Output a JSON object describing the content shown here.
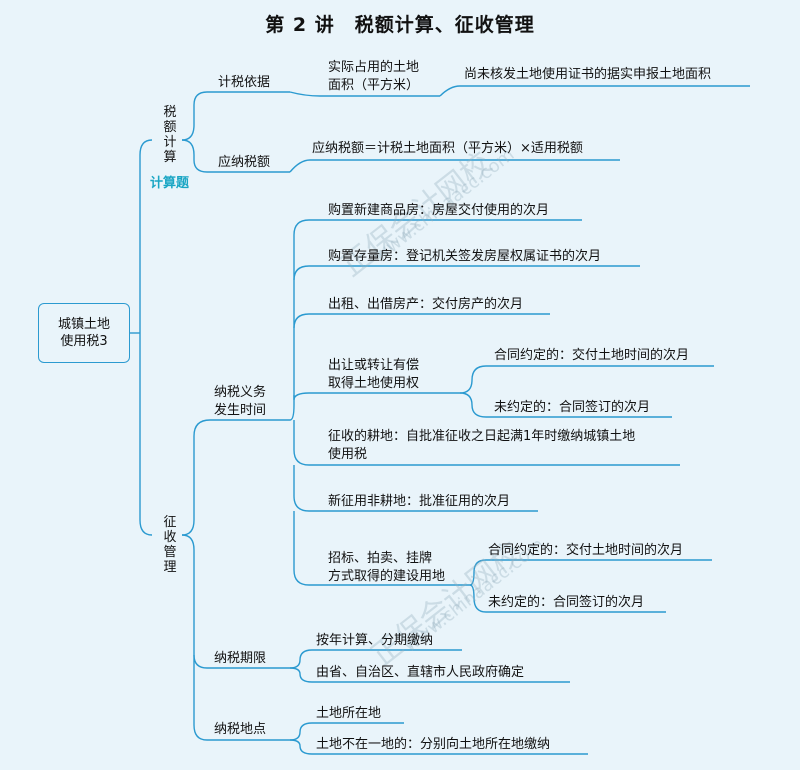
{
  "title": "第 2 讲　税额计算、征收管理",
  "root": {
    "line1": "城镇土地",
    "line2": "使用税3"
  },
  "calc": {
    "label": "税额计算",
    "tag": "计算题",
    "basis": {
      "label": "计税依据",
      "sub_line1": "实际占用的土地",
      "sub_line2": "面积（平方米）",
      "detail": "尚未核发土地使用证书的据实申报土地面积"
    },
    "payable": {
      "label": "应纳税额",
      "formula": "应纳税额＝计税土地面积（平方米）×适用税额"
    }
  },
  "admin": {
    "label": "征收管理",
    "obligation": {
      "label_line1": "纳税义务",
      "label_line2": "发生时间",
      "items": [
        "购置新建商品房：房屋交付使用的次月",
        "购置存量房：登记机关签发房屋权属证书的次月",
        "出租、出借房产：交付房产的次月"
      ],
      "transfer": {
        "line1": "出让或转让有偿",
        "line2": "取得土地使用权",
        "agreed": "合同约定的：交付土地时间的次月",
        "not_agreed": "未约定的：合同签订的次月"
      },
      "farmland_line1": "征收的耕地：自批准征收之日起满1年时缴纳城镇土地",
      "farmland_line2": "使用税",
      "nonfarm": "新征用非耕地：批准征用的次月",
      "auction": {
        "line1": "招标、拍卖、挂牌",
        "line2": "方式取得的建设用地",
        "agreed": "合同约定的：交付土地时间的次月",
        "not_agreed": "未约定的：合同签订的次月"
      }
    },
    "period": {
      "label": "纳税期限",
      "items": [
        "按年计算、分期缴纳",
        "由省、自治区、直辖市人民政府确定"
      ]
    },
    "place": {
      "label": "纳税地点",
      "items": [
        "土地所在地",
        "土地不在一地的：分别向土地所在地缴纳"
      ]
    }
  },
  "watermark": {
    "brand": "正保会计网校",
    "url": "www.chinaacc.com"
  },
  "colors": {
    "line": "#2b9ad0",
    "tag": "#1aa6c4",
    "background": "#e9f4fa"
  }
}
